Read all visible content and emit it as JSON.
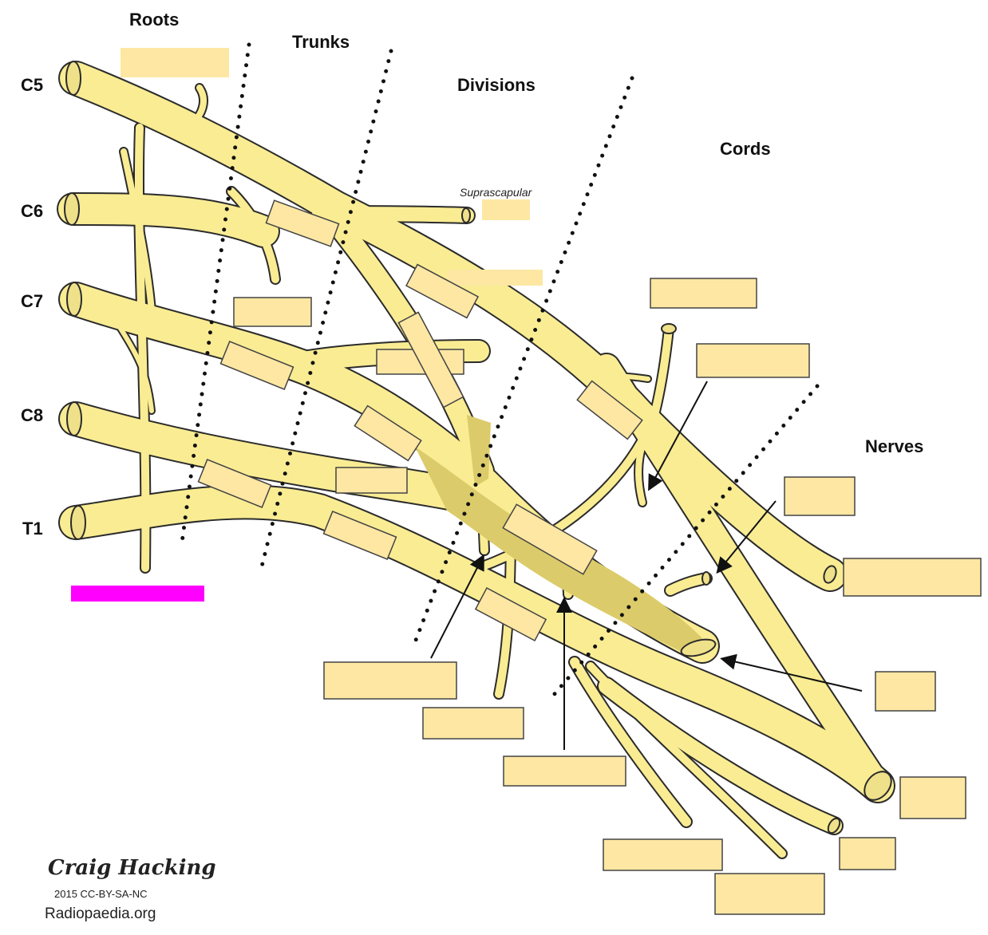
{
  "headers": {
    "roots": "Roots",
    "trunks": "Trunks",
    "divisions": "Divisions",
    "cords": "Cords",
    "nerves": "Nerves"
  },
  "root_labels": [
    "C5",
    "C6",
    "C7",
    "C8",
    "T1"
  ],
  "nerve_labels": {
    "suprascapular": "Suprascapular"
  },
  "credit": {
    "author": "Craig Hacking",
    "license": "2015 CC-BY-SA-NC",
    "site": "Radiopaedia.org"
  },
  "colors": {
    "nerve": "#f9ec93",
    "nerve_shadow": "#dccb6a",
    "label_box": "#fde7a3",
    "highlight_box": "#ff00ff",
    "outline": "#2b2b2b"
  }
}
